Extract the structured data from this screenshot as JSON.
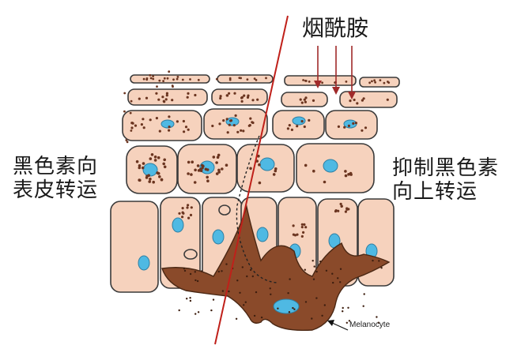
{
  "labels": {
    "top": "烟酰胺",
    "left_line1": "黑色素向",
    "left_line2": "表皮转运",
    "right_line1": "抑制黑色素",
    "right_line2": "向上转运",
    "cell": "Melanocyte"
  },
  "colors": {
    "cell_fill": "#f6d2bd",
    "cell_stroke": "#3a3a3a",
    "nucleus": "#4fb9e3",
    "melanin": "#6b3520",
    "melanocyte": "#8a4a2a",
    "red_line": "#c0201a",
    "arrow": "#a02a2a"
  },
  "icons": [
    "down-arrow-icon",
    "pointer-arrow-icon"
  ]
}
